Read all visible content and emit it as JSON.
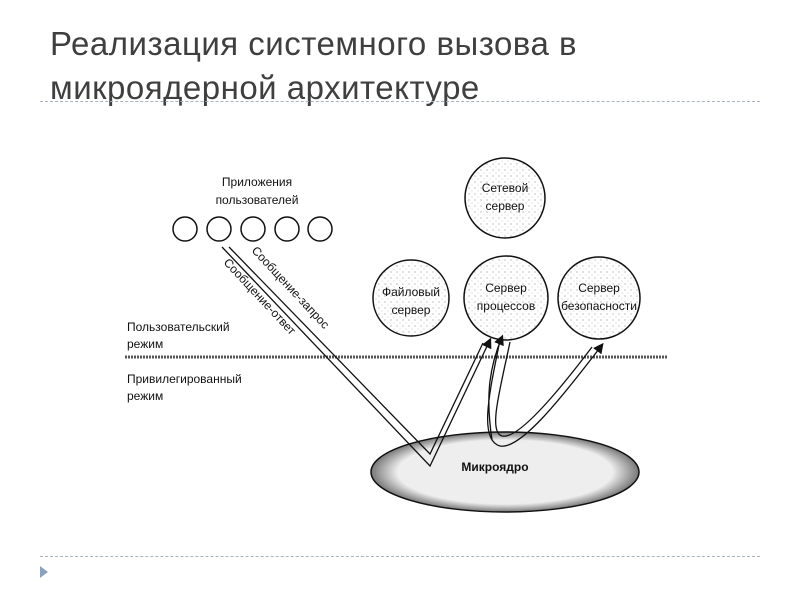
{
  "slide": {
    "title_line1": "Реализация системного вызова в",
    "title_line2": "микроядерной архитектуре"
  },
  "diagram": {
    "apps_label_line1": "Приложения",
    "apps_label_line2": "пользователей",
    "network_server": [
      "Сетевой",
      "сервер"
    ],
    "file_server": [
      "Файловый",
      "сервер"
    ],
    "process_server": [
      "Сервер",
      "процессов"
    ],
    "security_server": [
      "Сервер",
      "безопасности"
    ],
    "user_mode": [
      "Пользовательский",
      "режим"
    ],
    "privileged_mode": [
      "Привилегированный",
      "режим"
    ],
    "microkernel": "Микроядро",
    "request_label": "Сообщение-запрос",
    "response_label": "Сообщение-ответ"
  }
}
